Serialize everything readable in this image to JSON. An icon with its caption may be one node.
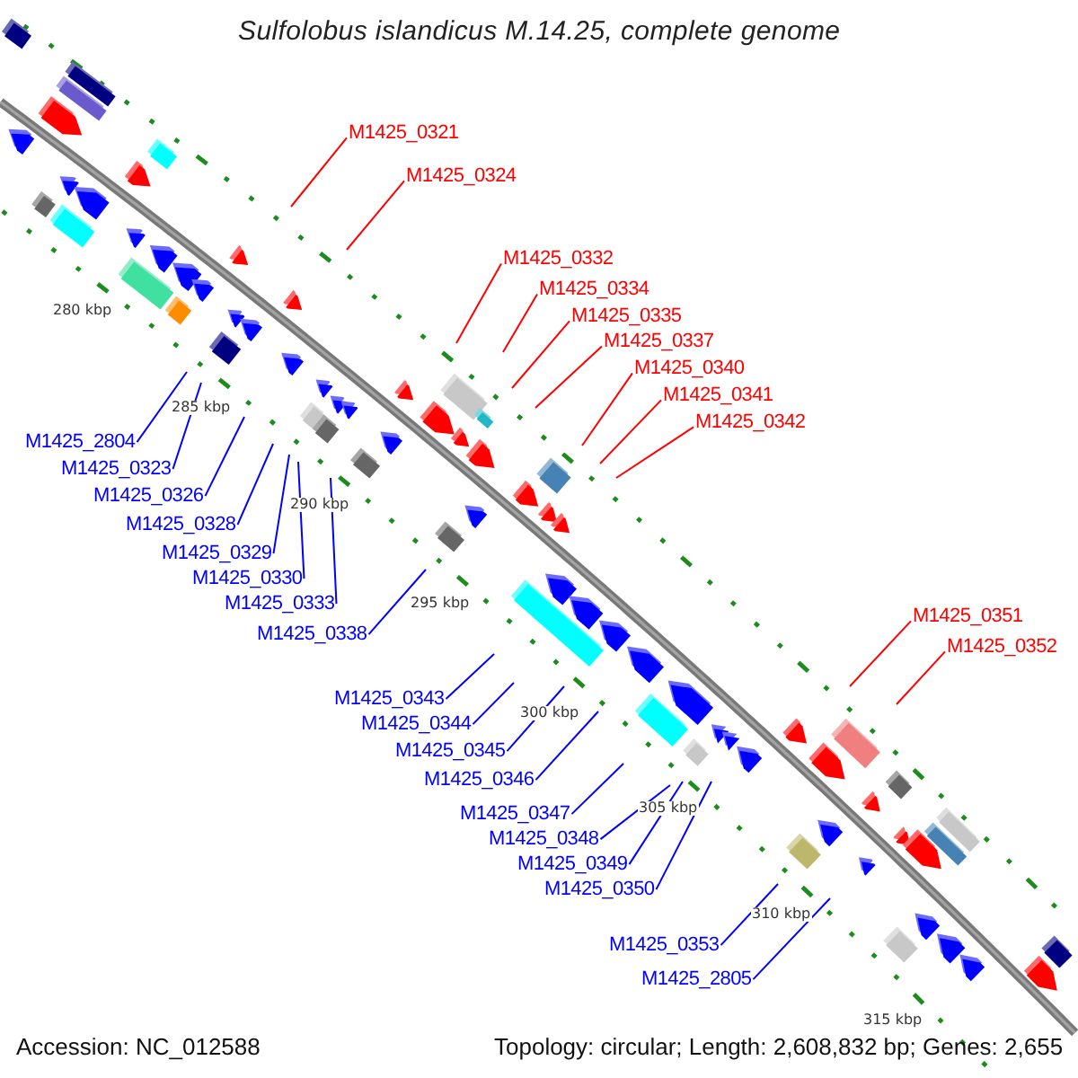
{
  "diagram": {
    "title": "Sulfolobus islandicus M.14.25, complete genome",
    "nodes": [
      {
        "text": [
          "M1425_0321"
        ]
      },
      {
        "text": [
          "M1425_0324"
        ]
      },
      {
        "text": [
          "M1425_0332"
        ]
      },
      {
        "text": [
          "M1425_0334"
        ]
      },
      {
        "text": [
          "M1425_0335"
        ]
      },
      {
        "text": [
          "M1425_0337"
        ]
      },
      {
        "text": [
          "M1425_0340"
        ]
      },
      {
        "text": [
          "M1425_0341"
        ]
      },
      {
        "text": [
          "M1425_0342"
        ]
      },
      {
        "text": [
          "M1425_2804"
        ]
      },
      {
        "text": [
          "M1425_0323"
        ]
      },
      {
        "text": [
          "M1425_0326"
        ]
      },
      {
        "text": [
          "M1425_0328"
        ]
      },
      {
        "text": [
          "M1425_0329"
        ]
      },
      {
        "text": [
          "M1425_0330"
        ]
      },
      {
        "text": [
          "M1425_0333"
        ]
      },
      {
        "text": [
          "M1425_0351"
        ]
      },
      {
        "text": [
          "M1425_0338"
        ]
      },
      {
        "text": [
          "M1425_0352"
        ]
      },
      {
        "text": [
          "M1425_0343"
        ]
      },
      {
        "text": [
          "M1425_0344"
        ]
      },
      {
        "text": [
          "M1425_0345"
        ]
      },
      {
        "text": [
          "M1425_0346"
        ]
      },
      {
        "text": [
          "M1425_0347"
        ]
      },
      {
        "text": [
          "M1425_0348"
        ]
      },
      {
        "text": [
          "M1425_0349"
        ]
      },
      {
        "text": [
          "M1425_0350"
        ]
      },
      {
        "text": [
          "M1425_0353"
        ]
      },
      {
        "text": [
          "M1425_2805"
        ]
      }
    ],
    "edges": [
      {
        "from": 0,
        "to": null,
        "arrow": "none",
        "color": "#ff0000"
      },
      {
        "from": 1,
        "to": null,
        "arrow": "none",
        "color": "#ff0000"
      },
      {
        "from": 2,
        "to": null,
        "arrow": "none",
        "color": "#ff0000"
      },
      {
        "from": 3,
        "to": null,
        "arrow": "none",
        "color": "#ff0000"
      },
      {
        "from": 4,
        "to": null,
        "arrow": "none",
        "color": "#ff0000"
      },
      {
        "from": 5,
        "to": null,
        "arrow": "none",
        "color": "#ff0000"
      },
      {
        "from": 6,
        "to": null,
        "arrow": "none",
        "color": "#ff0000"
      },
      {
        "from": 7,
        "to": null,
        "arrow": "none",
        "color": "#ff0000"
      },
      {
        "from": 8,
        "to": null,
        "arrow": "none",
        "color": "#ff0000"
      },
      {
        "from": 9,
        "to": null,
        "arrow": "none"
      },
      {
        "from": 10,
        "to": null,
        "arrow": "none"
      },
      {
        "from": 11,
        "to": null,
        "arrow": "none"
      },
      {
        "from": 12,
        "to": null,
        "arrow": "none"
      },
      {
        "from": 13,
        "to": null,
        "arrow": "none"
      },
      {
        "from": 14,
        "to": null,
        "arrow": "none"
      },
      {
        "from": 15,
        "to": null,
        "arrow": "none"
      },
      {
        "from": 16,
        "to": null,
        "arrow": "none",
        "color": "#ff0000"
      },
      {
        "from": 17,
        "to": null,
        "arrow": "none"
      },
      {
        "from": 18,
        "to": null,
        "arrow": "none",
        "color": "#ff0000"
      },
      {
        "from": 19,
        "to": null,
        "arrow": "none"
      },
      {
        "from": 20,
        "to": null,
        "arrow": "none"
      },
      {
        "from": 21,
        "to": null,
        "arrow": "none"
      },
      {
        "from": 22,
        "to": null,
        "arrow": "none"
      },
      {
        "from": 23,
        "to": null,
        "arrow": "none"
      },
      {
        "from": 24,
        "to": null,
        "arrow": "none"
      },
      {
        "from": 25,
        "to": null,
        "arrow": "none"
      },
      {
        "from": 26,
        "to": null,
        "arrow": "none"
      },
      {
        "from": 27,
        "to": null,
        "arrow": "none"
      },
      {
        "from": 28,
        "to": null,
        "arrow": "none"
      }
    ],
    "labels": [
      "280 kbp",
      "285 kbp",
      "290 kbp",
      "295 kbp",
      "300 kbp",
      "305 kbp",
      "310 kbp",
      "315 kbp",
      "Accession: NC_012588",
      "Topology: circular; Length: 2,608,832 bp; Genes: 2,655"
    ]
  }
}
